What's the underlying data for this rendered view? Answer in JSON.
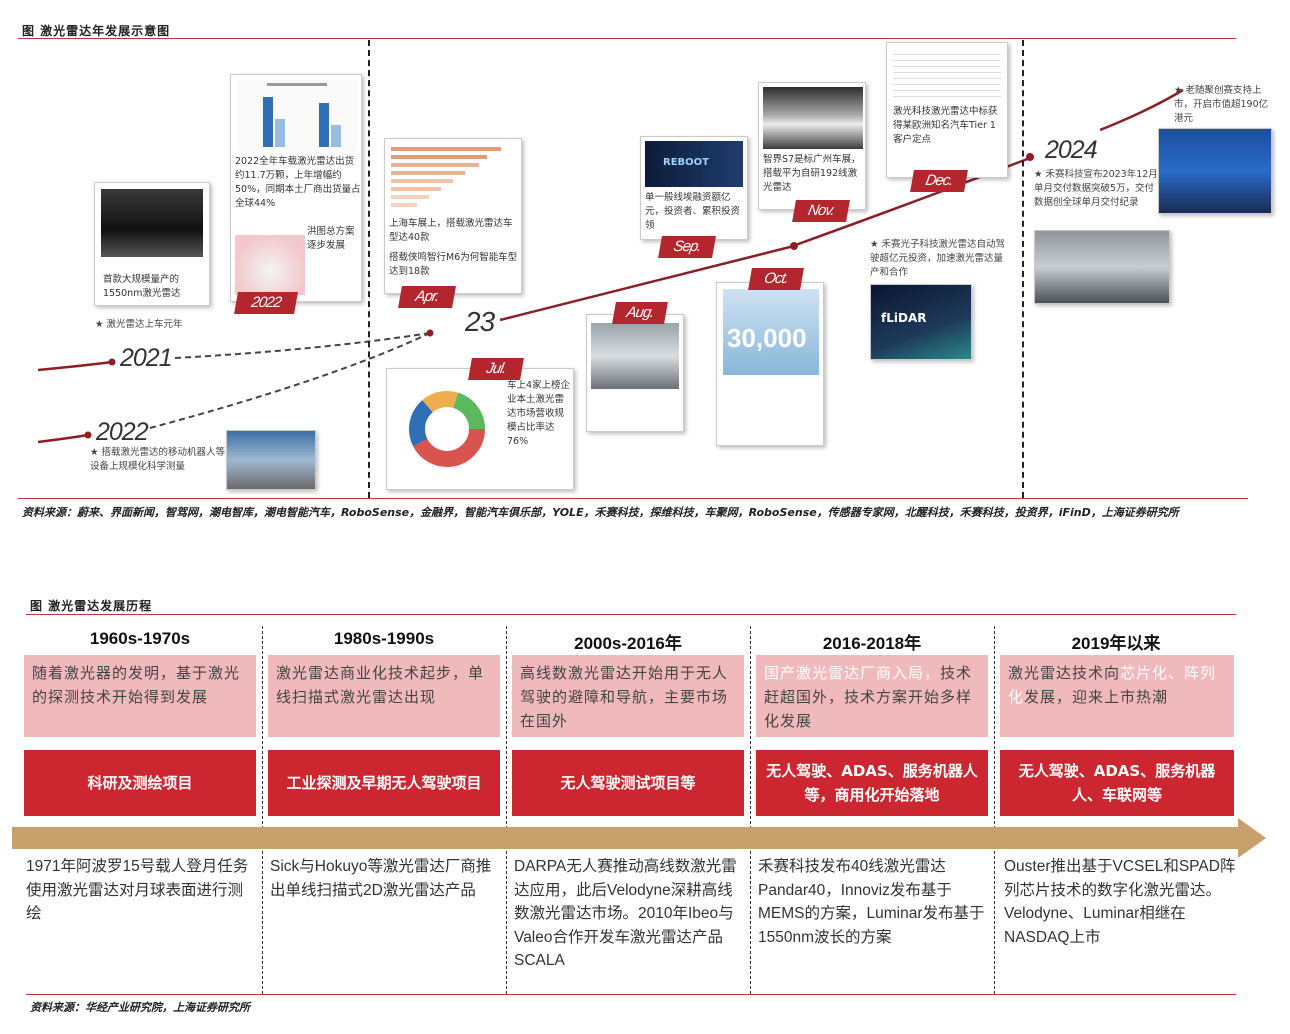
{
  "fig1": {
    "title": "图 激光雷达年发展示意图",
    "source": "资料来源：蔚来、界面新闻，智驾网，潮电智库，潮电智能汽车，RoboSense，金融界，智能汽车俱乐部，YOLE，禾赛科技，探维科技，车聚网，RoboSense，传感器专家网，北醒科技，禾赛科技，投资界，iFinD，上海证券研究所",
    "years": {
      "y2021": "2021",
      "y2022_left": "2022",
      "y23": "23",
      "y2024": "2024"
    },
    "tags": {
      "t2022": "2022",
      "apr": "Apr.",
      "jul": "Jul.",
      "aug": "Aug.",
      "sep": "Sep.",
      "oct": "Oct.",
      "nov": "Nov.",
      "dec": "Dec."
    },
    "cards": {
      "c1550": "首款大规模量产的1550nm激光雷达",
      "c2022_text": "2022全年车载激光雷达出货约11.7万颗，上年增幅约50%，同期本土厂商出货量占全球44%",
      "c2022_sub": "洪图总方案逐步发展",
      "capr_a": "上海车展上，搭载激光雷达车型达40款",
      "capr_b": "搭载侠鸣智行M6为何智能车型达到18款",
      "cjul": "车上4家上榜企业本土激光雷达市场营收规模占比率达76%",
      "csep": "单一般线埃融资额亿元，投资者、累积投资领",
      "csep_banner": "REBOOT",
      "coct_big": "30,000",
      "cnov": "智界S7是标广州车展，搭载平为自研192线激光雷达",
      "cdec": "激光科技激光雷达中标获得某欧洲知名汽车Tier 1客户定点",
      "cdec_slide": "fLiDAR"
    },
    "notes": {
      "n2021": "★ 激光雷达上车元年",
      "n2022": "★ 搭载激光雷达的移动机器人等设备上规模化科学测量",
      "ndec": "★ 禾赛光子科技激光雷达自动驾驶超亿元投资，加速激光雷达量产和合作",
      "n2024": "★ 老随聚创赛支持上市，开启市值超190亿港元",
      "n2024b": "★ 禾赛科技宣布2023年12月单月交付数据突破5万，交付数据创全球单月交付纪录"
    }
  },
  "fig2": {
    "title": "图 激光雷达发展历程",
    "source": "资料来源：华经产业研究院，上海证券研究所",
    "eras": [
      {
        "period": "1960s-1970s",
        "desc": "随着激光器的发明，基于激光的探测技术开始得到发展",
        "app": "科研及测绘项目",
        "detail": "1971年阿波罗15号载人登月任务使用激光雷达对月球表面进行测绘"
      },
      {
        "period": "1980s-1990s",
        "desc": "激光雷达商业化技术起步，单线扫描式激光雷达出现",
        "app": "工业探测及早期无人驾驶项目",
        "detail": "Sick与Hokuyo等激光雷达厂商推出单线扫描式2D激光雷达产品"
      },
      {
        "period": "2000s-2016年",
        "desc": "高线数激光雷达开始用于无人驾驶的避障和导航，主要市场在国外",
        "app": "无人驾驶测试项目等",
        "detail": "DARPA无人赛推动高线数激光雷达应用，此后Velodyne深耕高线数激光雷达市场。2010年Ibeo与Valeo合作开发车激光雷达产品SCALA"
      },
      {
        "period": "2016-2018年",
        "desc_hi": "国产激光雷达厂商入局，",
        "desc_rest": "技术赶超国外，技术方案开始多样化发展",
        "app": "无人驾驶、ADAS、服务机器人等，商用化开始落地",
        "detail": "禾赛科技发布40线激光雷达Pandar40，Innoviz发布基于MEMS的方案，Luminar发布基于1550nm波长的方案"
      },
      {
        "period": "2019年以来",
        "desc_a": "激光雷达技术向",
        "desc_hi": "芯片化、阵列化",
        "desc_b": "发展，迎来上市热潮",
        "app": "无人驾驶、ADAS、服务机器人、车联网等",
        "detail": "Ouster推出基于VCSEL和SPAD阵列芯片技术的数字化激光雷达。Velodyne、Luminar相继在NASDAQ上市"
      }
    ]
  },
  "colors": {
    "accent_red": "#c8323c",
    "tag_red": "#b3262e",
    "pink": "#f0b9bc",
    "arrow_tan": "#c7a06b"
  }
}
